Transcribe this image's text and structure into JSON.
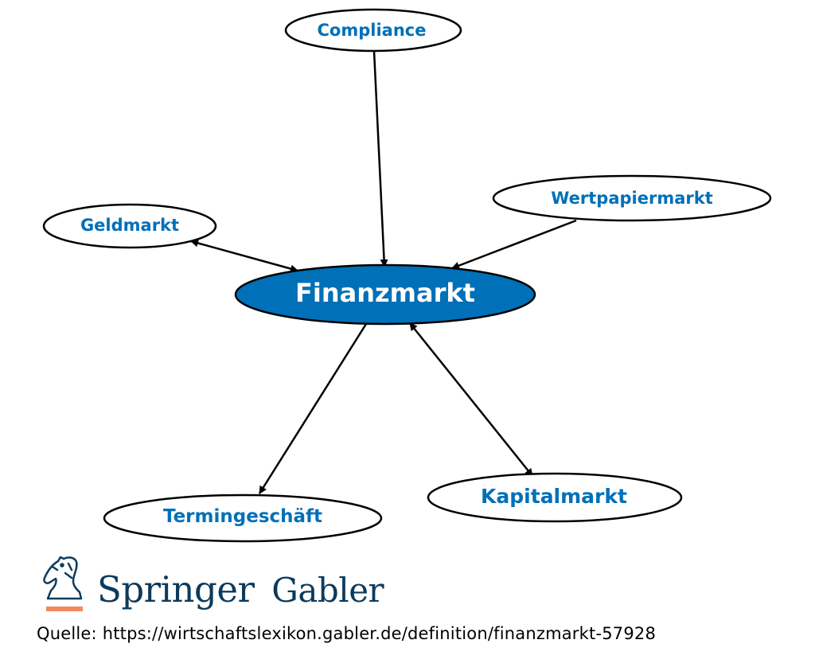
{
  "diagram": {
    "nodes": {
      "compliance": "Compliance",
      "wertpapiermarkt": "Wertpapiermarkt",
      "geldmarkt": "Geldmarkt",
      "finanzmarkt": "Finanzmarkt",
      "termingeschaeft": "Termingeschäft",
      "kapitalmarkt": "Kapitalmarkt"
    },
    "edges": [
      {
        "from": "compliance",
        "to": "finanzmarkt",
        "direction": "forward"
      },
      {
        "from": "wertpapiermarkt",
        "to": "finanzmarkt",
        "direction": "forward"
      },
      {
        "from": "geldmarkt",
        "to": "finanzmarkt",
        "direction": "both"
      },
      {
        "from": "finanzmarkt",
        "to": "termingeschaeft",
        "direction": "forward"
      },
      {
        "from": "finanzmarkt",
        "to": "kapitalmarkt",
        "direction": "both"
      }
    ],
    "colors": {
      "label": "#0070b8",
      "center_fill": "#0070b8",
      "center_label": "#ffffff",
      "node_fill": "#ffffff",
      "stroke": "#000000"
    }
  },
  "logo": {
    "brand_primary": "Springer",
    "brand_secondary": "Gabler",
    "colors": {
      "text": "#0d3a5c",
      "underline": "#f08a5d"
    }
  },
  "source": {
    "label": "Quelle:",
    "url": "https://wirtschaftslexikon.gabler.de/definition/finanzmarkt-57928"
  }
}
